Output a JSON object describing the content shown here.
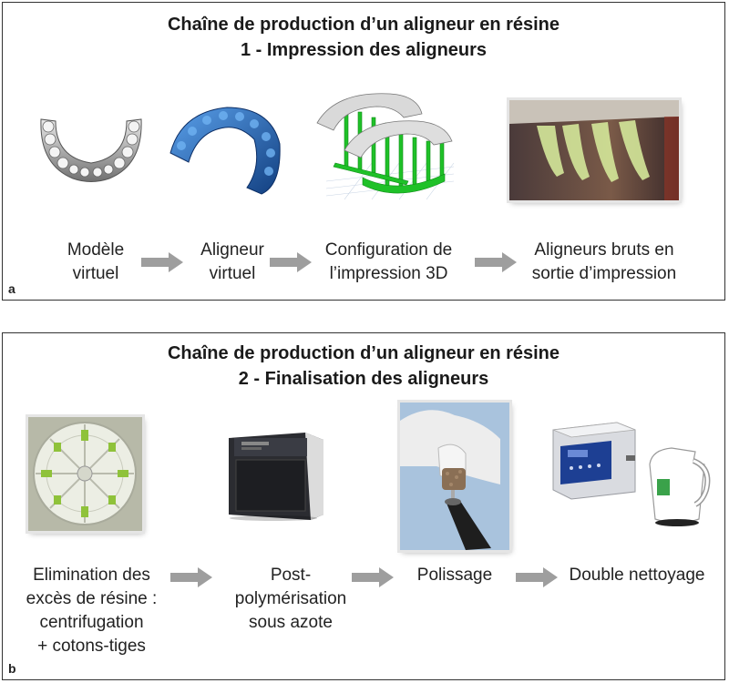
{
  "panel_a": {
    "title_line1": "Chaîne de production d’un aligneur en résine",
    "title_line2": "1 - Impression des aligneurs",
    "letter": "a",
    "steps": [
      {
        "label": "Modèle\nvirtuel",
        "icon": "dental-model-icon"
      },
      {
        "label": "Aligneur\nvirtuel",
        "icon": "virtual-aligner-icon"
      },
      {
        "label": "Configuration de\nl’impression 3D",
        "icon": "print-setup-icon"
      },
      {
        "label": "Aligneurs bruts en\nsortie d’impression",
        "icon": "raw-aligners-photo-icon"
      }
    ]
  },
  "panel_b": {
    "title_line1": "Chaîne de production d’un aligneur en résine",
    "title_line2": "2 - Finalisation des aligneurs",
    "letter": "b",
    "steps": [
      {
        "label": "Elimination des\nexcès de résine :\ncentrifugation\n+ cotons-tiges",
        "icon": "centrifuge-photo-icon"
      },
      {
        "label": "Post-\npolymérisation\nsous azote",
        "icon": "curing-unit-icon"
      },
      {
        "label": "Polissage",
        "icon": "polishing-photo-icon"
      },
      {
        "label": "Double nettoyage",
        "icon": "cleaner-kettle-icon"
      }
    ]
  },
  "colors": {
    "arrow": "#9e9e9e",
    "aligner_blue": "#1f5fb0",
    "support_green": "#22c22a",
    "border": "#333333"
  }
}
